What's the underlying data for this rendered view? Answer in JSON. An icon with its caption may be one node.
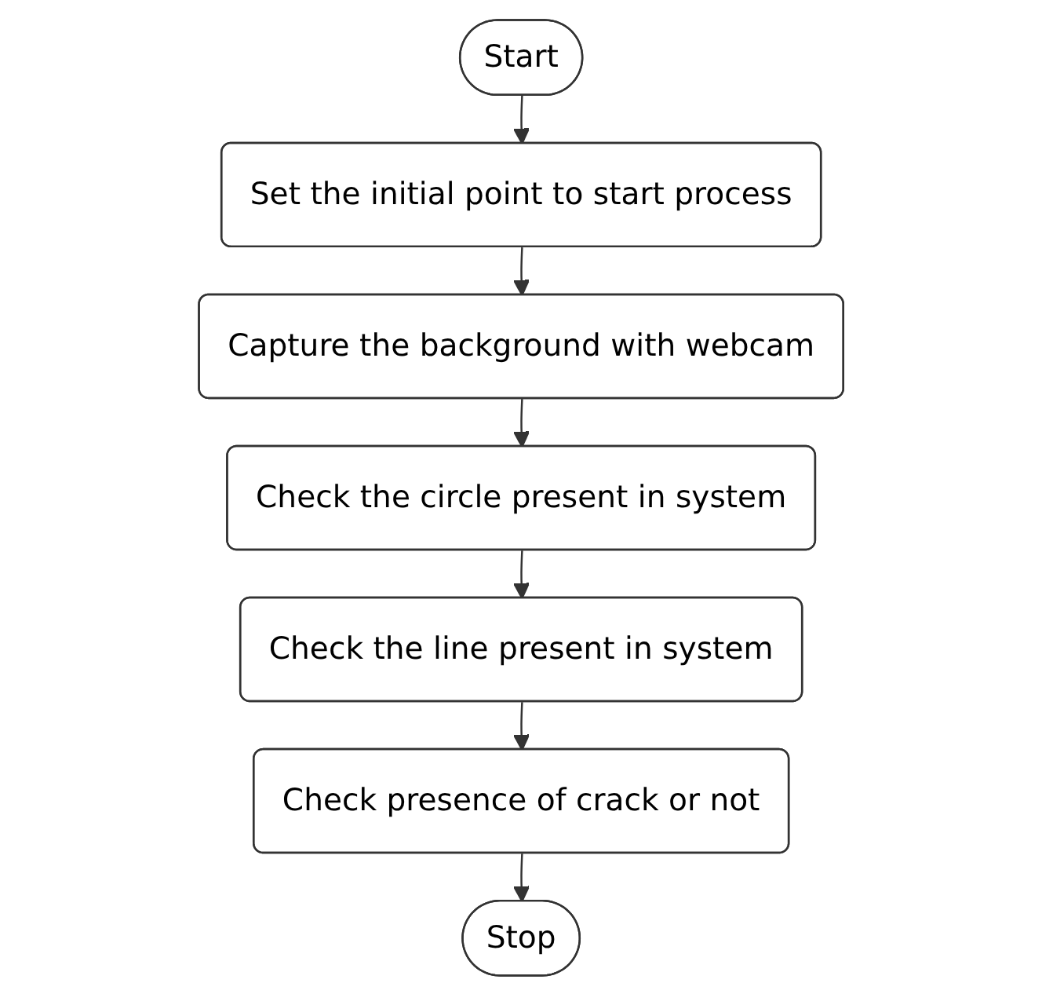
{
  "diagram": {
    "nodes": [
      {
        "text": [
          "Start"
        ]
      },
      {
        "text": [
          "Set the initial point to start process"
        ]
      },
      {
        "text": [
          "Capture the background with webcam"
        ]
      },
      {
        "text": [
          "Check the circle present in system"
        ]
      },
      {
        "text": [
          "Check the line present in system"
        ]
      },
      {
        "text": [
          "Check presence of crack or not"
        ]
      },
      {
        "text": [
          "Stop"
        ]
      }
    ],
    "edges": [
      {
        "from": 0,
        "to": 1,
        "arrow": "to"
      },
      {
        "from": 1,
        "to": 2,
        "arrow": "to"
      },
      {
        "from": 2,
        "to": 3,
        "arrow": "to"
      },
      {
        "from": 3,
        "to": 4,
        "arrow": "to"
      },
      {
        "from": 4,
        "to": 5,
        "arrow": "to"
      },
      {
        "from": 5,
        "to": 6,
        "arrow": "to"
      }
    ]
  }
}
